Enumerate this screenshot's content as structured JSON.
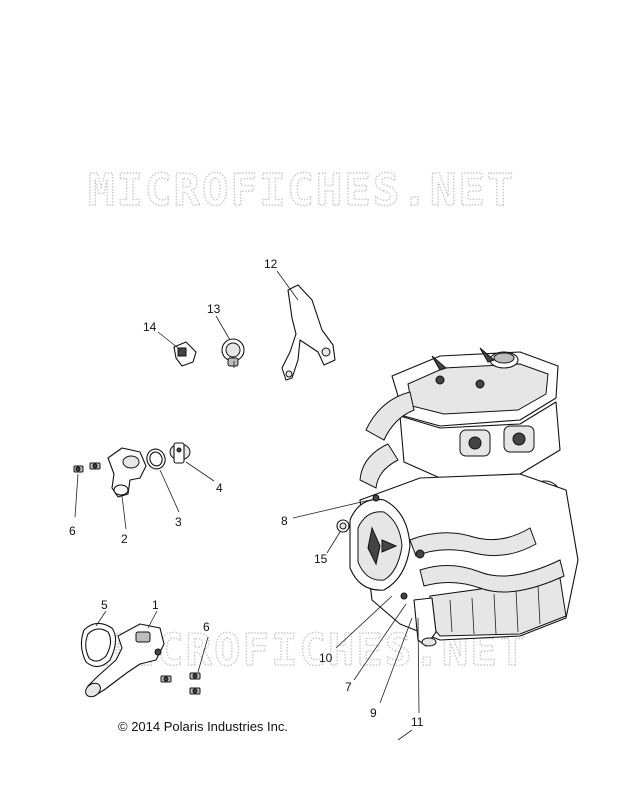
{
  "watermark": {
    "text": "MICROFICHES.NET",
    "color": "#c9c9c9"
  },
  "copyright": "© 2014 Polaris Industries Inc.",
  "callouts": [
    {
      "id": "c12",
      "label": "12"
    },
    {
      "id": "c13",
      "label": "13"
    },
    {
      "id": "c14",
      "label": "14"
    },
    {
      "id": "c6a",
      "label": "6"
    },
    {
      "id": "c2",
      "label": "2"
    },
    {
      "id": "c3",
      "label": "3"
    },
    {
      "id": "c4",
      "label": "4"
    },
    {
      "id": "c8",
      "label": "8"
    },
    {
      "id": "c15",
      "label": "15"
    },
    {
      "id": "c5",
      "label": "5"
    },
    {
      "id": "c1",
      "label": "1"
    },
    {
      "id": "c6b",
      "label": "6"
    },
    {
      "id": "c10",
      "label": "10"
    },
    {
      "id": "c7",
      "label": "7"
    },
    {
      "id": "c9",
      "label": "9"
    },
    {
      "id": "c11",
      "label": "11"
    }
  ],
  "colors": {
    "line": "#111111",
    "background": "#ffffff"
  }
}
